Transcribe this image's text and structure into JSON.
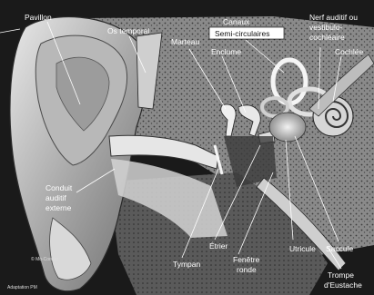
{
  "labels": {
    "pavillon": "Pavillon",
    "os_temporal": "Os temporal",
    "canaux": "Canaux",
    "semi_circulaires": "Semi-circulaires",
    "nerf_line1": "Nerf auditif ou",
    "nerf_line2": "vestibulo-",
    "nerf_line3": "cochléaire",
    "cochlee": "Cochlée",
    "marteau": "Marteau",
    "enclume": "Enclume",
    "conduit_line1": "Conduit",
    "conduit_line2": "auditif",
    "conduit_line3": "externe",
    "etrier": "Étrier",
    "tympan": "Tympan",
    "fenetre_line1": "Fenêtre",
    "fenetre_line2": "ronde",
    "utricule": "Utricule",
    "saccule": "Saccule",
    "trompe_line1": "Trompe",
    "trompe_line2": "d'Eustache"
  },
  "credits": {
    "left": "© Mo-Cordier",
    "bottom": "Adaptation PM"
  },
  "colors": {
    "background": "#1a1a1a",
    "bone": "#7a7a7a",
    "cartilage": "#cfcfcf",
    "label_box": "#ffffff"
  }
}
